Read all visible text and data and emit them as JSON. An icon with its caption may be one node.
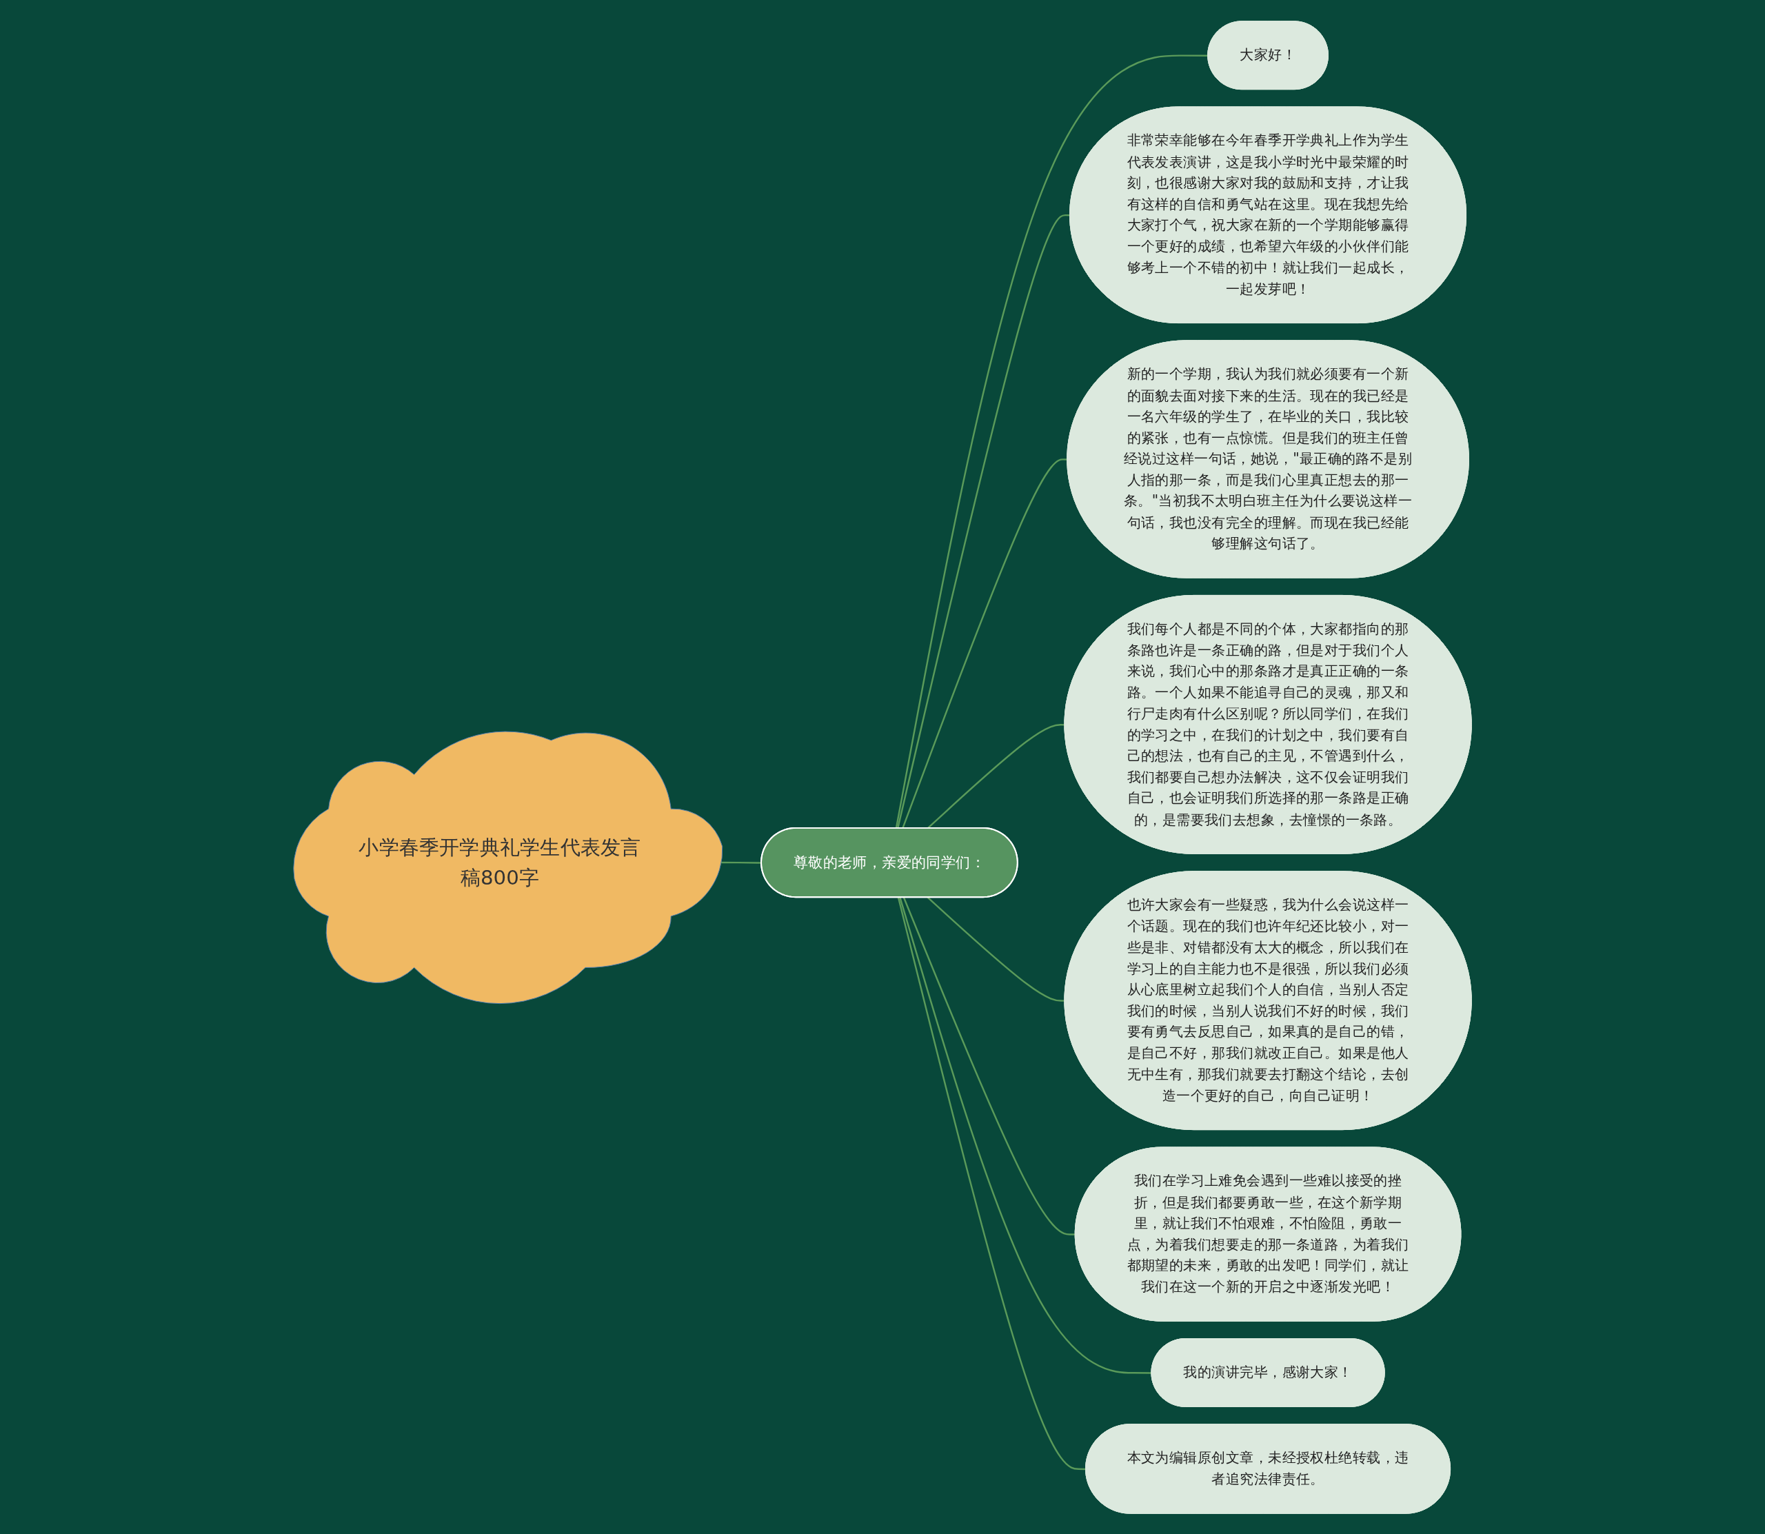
{
  "diagram": {
    "nodes": [
      {
        "text": [
          "小学春季开学典礼学生代表发言稿800字"
        ]
      },
      {
        "text": [
          "尊敬的老师，亲爱的同学们："
        ]
      },
      {
        "text": [
          "大家好！"
        ]
      },
      {
        "text": [
          "非常荣幸能够在今年春季开学典礼上作为学生代表发表演讲，这是我小学时光中最荣耀的时刻，也很感谢大家对我的鼓励和支持，才让我有这样的自信和勇气站在这里。现在我想先给大家打个气，祝大家在新的一个学期能够赢得一个更好的成绩，也希望六年级的小伙伴们能够考上一个不错的初中！就让我们一起成长，一起发芽吧！"
        ]
      },
      {
        "text": [
          "新的一个学期，我认为我们就必须要有一个新的面貌去面对接下来的生活。现在的我已经是一名六年级的学生了，在毕业的关口，我比较的紧张，也有一点惊慌。但是我们的班主任曾经说过这样一句话，她说，\"最正确的路不是别人指的那一条，而是我们心里真正想去的那一条。\"当初我不太明白班主任为什么要说这样一句话，我也没有完全的理解。而现在我已经能够理解这句话了。"
        ]
      },
      {
        "text": [
          "我们每个人都是不同的个体，大家都指向的那条路也许是一条正确的路，但是对于我们个人来说，我们心中的那条路才是真正正确的一条路。一个人如果不能追寻自己的灵魂，那又和行尸走肉有什么区别呢？所以同学们，在我们的学习之中，在我们的计划之中，我们要有自己的想法，也有自己的主见，不管遇到什么，我们都要自己想办法解决，这不仅会证明我们自己，也会证明我们所选择的那一条路是正确的，是需要我们去想象，去憧憬的一条路。"
        ]
      },
      {
        "text": [
          "也许大家会有一些疑惑，我为什么会说这样一个话题。现在的我们也许年纪还比较小，对一些是非、对错都没有太大的概念，所以我们在学习上的自主能力也不是很强，所以我们必须从心底里树立起我们个人的自信，当别人否定我们的时候，当别人说我们不好的时候，我们要有勇气去反思自己，如果真的是自己的错，是自己不好，那我们就改正自己。如果是他人无中生有，那我们就要去打翻这个结论，去创造一个更好的自己，向自己证明！"
        ]
      },
      {
        "text": [
          "我们在学习上难免会遇到一些难以接受的挫折，但是我们都要勇敢一些，在这个新学期里，就让我们不怕艰难，不怕险阻，勇敢一点，为着我们想要走的那一条道路，为着我们都期望的未来，勇敢的出发吧！同学们，就让我们在这一个新的开启之中逐渐发光吧！"
        ]
      },
      {
        "text": [
          "我的演讲完毕，感谢大家！"
        ]
      },
      {
        "text": [
          "本文为编辑原创文章，未经授权杜绝转载，违者追究法律责任。"
        ]
      }
    ],
    "edges": [
      {
        "from": 0,
        "to": 1,
        "arrow": "none"
      },
      {
        "from": 1,
        "to": 2,
        "arrow": "none"
      },
      {
        "from": 1,
        "to": 3,
        "arrow": "none"
      },
      {
        "from": 1,
        "to": 4,
        "arrow": "none"
      },
      {
        "from": 1,
        "to": 5,
        "arrow": "none"
      },
      {
        "from": 1,
        "to": 6,
        "arrow": "none"
      },
      {
        "from": 1,
        "to": 7,
        "arrow": "none"
      },
      {
        "from": 1,
        "to": 8,
        "arrow": "none"
      },
      {
        "from": 1,
        "to": 9,
        "arrow": "none"
      }
    ]
  }
}
